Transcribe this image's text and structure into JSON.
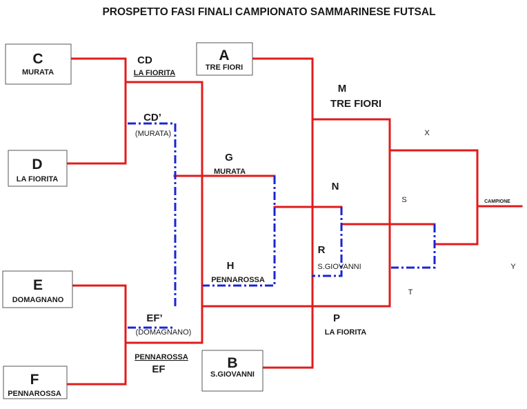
{
  "title": "PROSPETTO FASI FINALI CAMPIONATO SAMMARINESE FUTSAL",
  "colors": {
    "winner_line": "#e01b1b",
    "loser_line": "#1a23d6",
    "box_border": "#555555"
  },
  "teams": {
    "C": {
      "letter": "C",
      "name": "MURATA"
    },
    "D": {
      "letter": "D",
      "name": "LA FIORITA"
    },
    "E": {
      "letter": "E",
      "name": "DOMAGNANO"
    },
    "F": {
      "letter": "F",
      "name": "PENNAROSSA"
    },
    "A": {
      "letter": "A",
      "name": "TRE FIORI"
    },
    "B": {
      "letter": "B",
      "name": "S.GIOVANNI"
    }
  },
  "matches": {
    "CD": {
      "code": "CD",
      "winner": "LA FIORITA"
    },
    "CD_loser": {
      "code": "CD’",
      "team": "(MURATA)"
    },
    "EF_loser": {
      "code": "EF’",
      "team": "(DOMAGNANO)"
    },
    "EF": {
      "code": "EF",
      "winner": "PENNAROSSA"
    },
    "G": {
      "code": "G",
      "team": "MURATA"
    },
    "H": {
      "code": "H",
      "team": "PENNAROSSA"
    },
    "M": {
      "code": "M",
      "team": "TRE FIORI"
    },
    "N": {
      "code": "N"
    },
    "R": {
      "code": "R",
      "team": "S.GIOVANNI"
    },
    "P": {
      "code": "P",
      "team": "LA FIORITA"
    },
    "S": {
      "code": "S"
    },
    "T": {
      "code": "T"
    },
    "X": {
      "code": "X"
    },
    "Y": {
      "code": "Y"
    },
    "final": {
      "label": "CAMPIONE"
    }
  }
}
